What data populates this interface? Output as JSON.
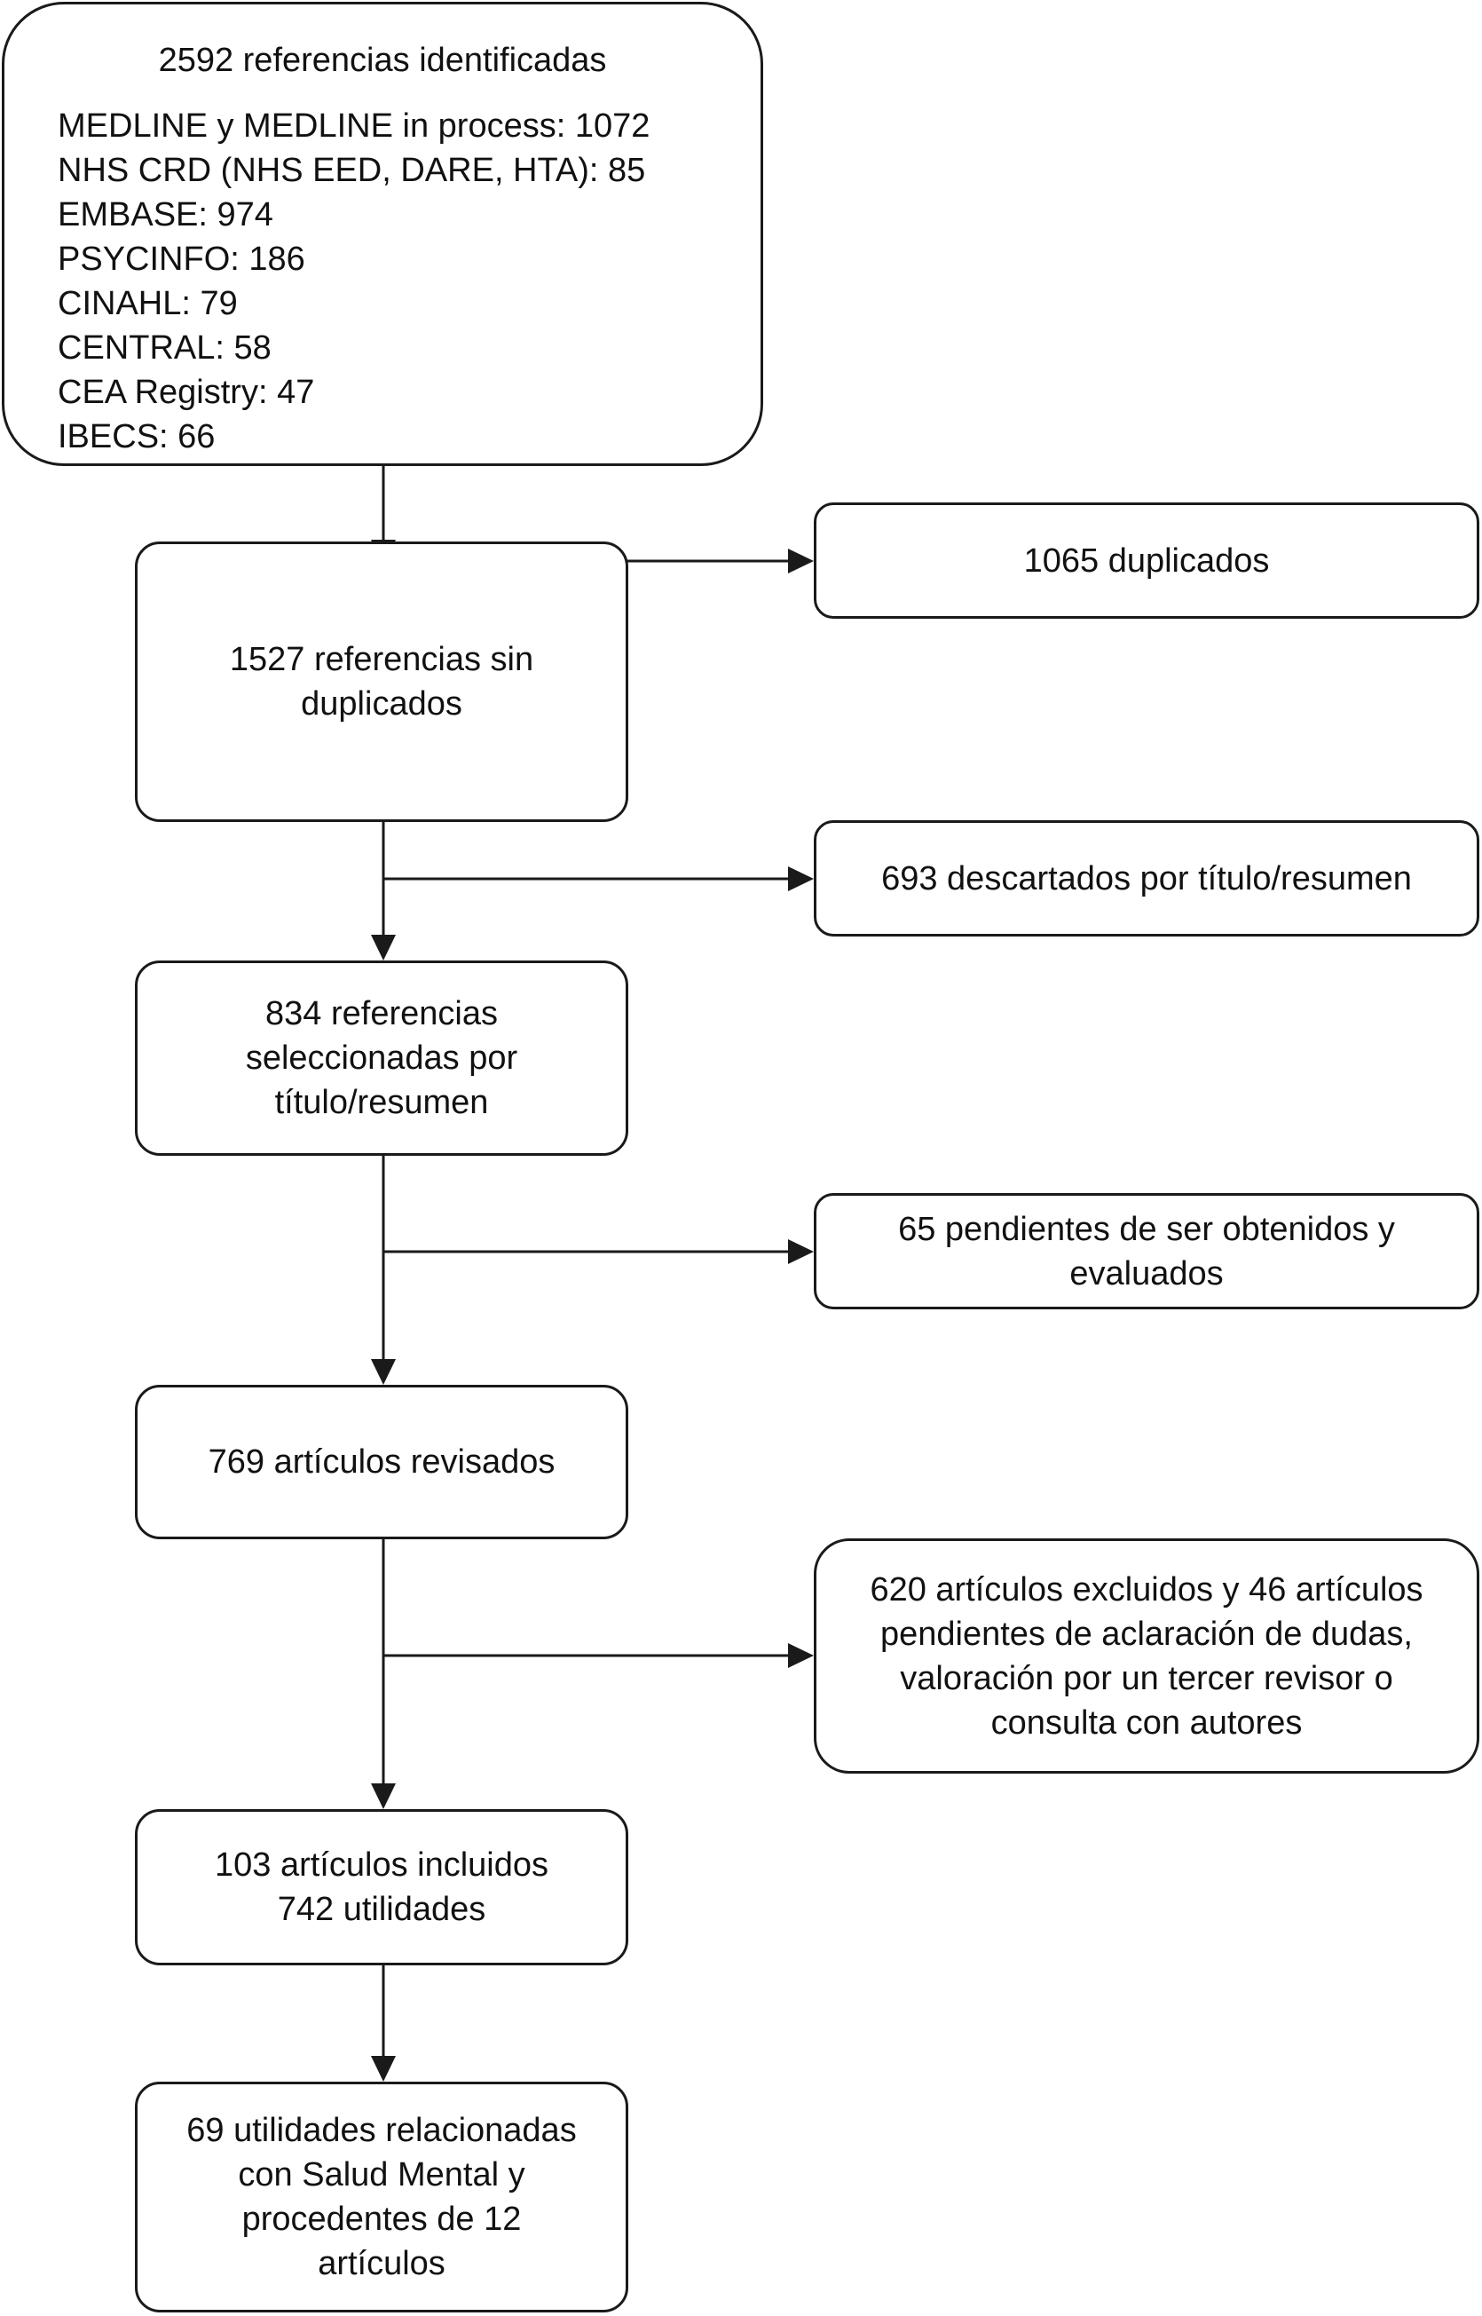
{
  "flow": {
    "sources": {
      "title": "2592 referencias identificadas",
      "databases": [
        "MEDLINE y MEDLINE in process: 1072",
        "NHS CRD (NHS EED, DARE, HTA): 85",
        "EMBASE: 974",
        "PSYCINFO: 186",
        "CINAHL: 79",
        "CENTRAL: 58",
        "CEA Registry: 47",
        "IBECS: 66"
      ]
    },
    "main_steps": [
      {
        "lines": [
          "1527 referencias sin",
          "duplicados"
        ]
      },
      {
        "lines": [
          "834 referencias",
          "seleccionadas por",
          "título/resumen"
        ]
      },
      {
        "lines": [
          "769 artículos revisados"
        ]
      },
      {
        "lines": [
          "103 artículos incluidos",
          "742 utilidades"
        ]
      },
      {
        "lines": [
          "69 utilidades relacionadas",
          "con Salud Mental y",
          "procedentes de  12",
          "artículos"
        ]
      }
    ],
    "side_steps": [
      {
        "lines": [
          "1065 duplicados"
        ]
      },
      {
        "lines": [
          "693 descartados por título/resumen"
        ]
      },
      {
        "lines": [
          "65 pendientes de ser obtenidos y",
          "evaluados"
        ]
      },
      {
        "lines": [
          "620 artículos excluidos y 46 artículos",
          "pendientes de aclaración de dudas,",
          "valoración por un tercer revisor o",
          "consulta con autores"
        ]
      }
    ]
  }
}
